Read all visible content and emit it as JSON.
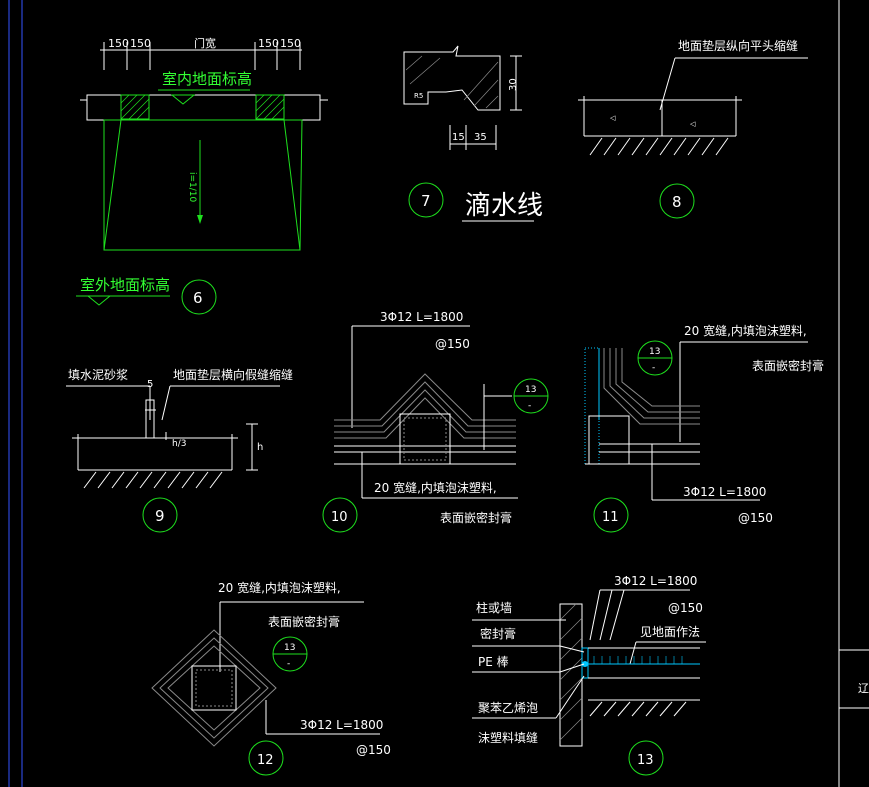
{
  "details": {
    "d6": {
      "number": "6",
      "dims": [
        "150",
        "150",
        "门宽",
        "150",
        "150"
      ],
      "indoor_label": "室内地面标高",
      "outdoor_label": "室外地面标高",
      "slope_label": "i=1/10"
    },
    "d7": {
      "number": "7",
      "title": "滴水线",
      "dim_v": "30",
      "dim_h1": "15",
      "dim_h2": "35",
      "label_r": "R5"
    },
    "d8": {
      "number": "8",
      "note": "地面垫层纵向平头缩缝"
    },
    "d9": {
      "number": "9",
      "note1": "填水泥砂浆",
      "note2": "地面垫层横向假缝缩缝",
      "dim_top": "5",
      "dim_mid": "h/3",
      "dim_side": "h"
    },
    "d10": {
      "number": "10",
      "rebar": "3Φ12  L=1800",
      "spacing": "@150",
      "ref": "13",
      "ref_sub": "-",
      "note1": "20 宽缝,内填泡沫塑料,",
      "note2": "表面嵌密封膏"
    },
    "d11": {
      "number": "11",
      "ref": "13",
      "ref_sub": "-",
      "note1": "20 宽缝,内填泡沫塑料,",
      "note2": "表面嵌密封膏",
      "rebar": "3Φ12  L=1800",
      "spacing": "@150"
    },
    "d12": {
      "number": "12",
      "note1": "20 宽缝,内填泡沫塑料,",
      "note2": "表面嵌密封膏",
      "ref": "13",
      "ref_sub": "-",
      "rebar": "3Φ12   L=1800",
      "spacing": "@150"
    },
    "d13": {
      "number": "13",
      "rebar": "3Φ12   L=1800",
      "spacing": "@150",
      "label1": "柱或墙",
      "label2": "密封膏",
      "label3": "PE 棒",
      "label4": "见地面作法",
      "label5": "聚苯乙烯泡",
      "label6": "沫塑料填缝"
    },
    "edge_label": "辽"
  }
}
